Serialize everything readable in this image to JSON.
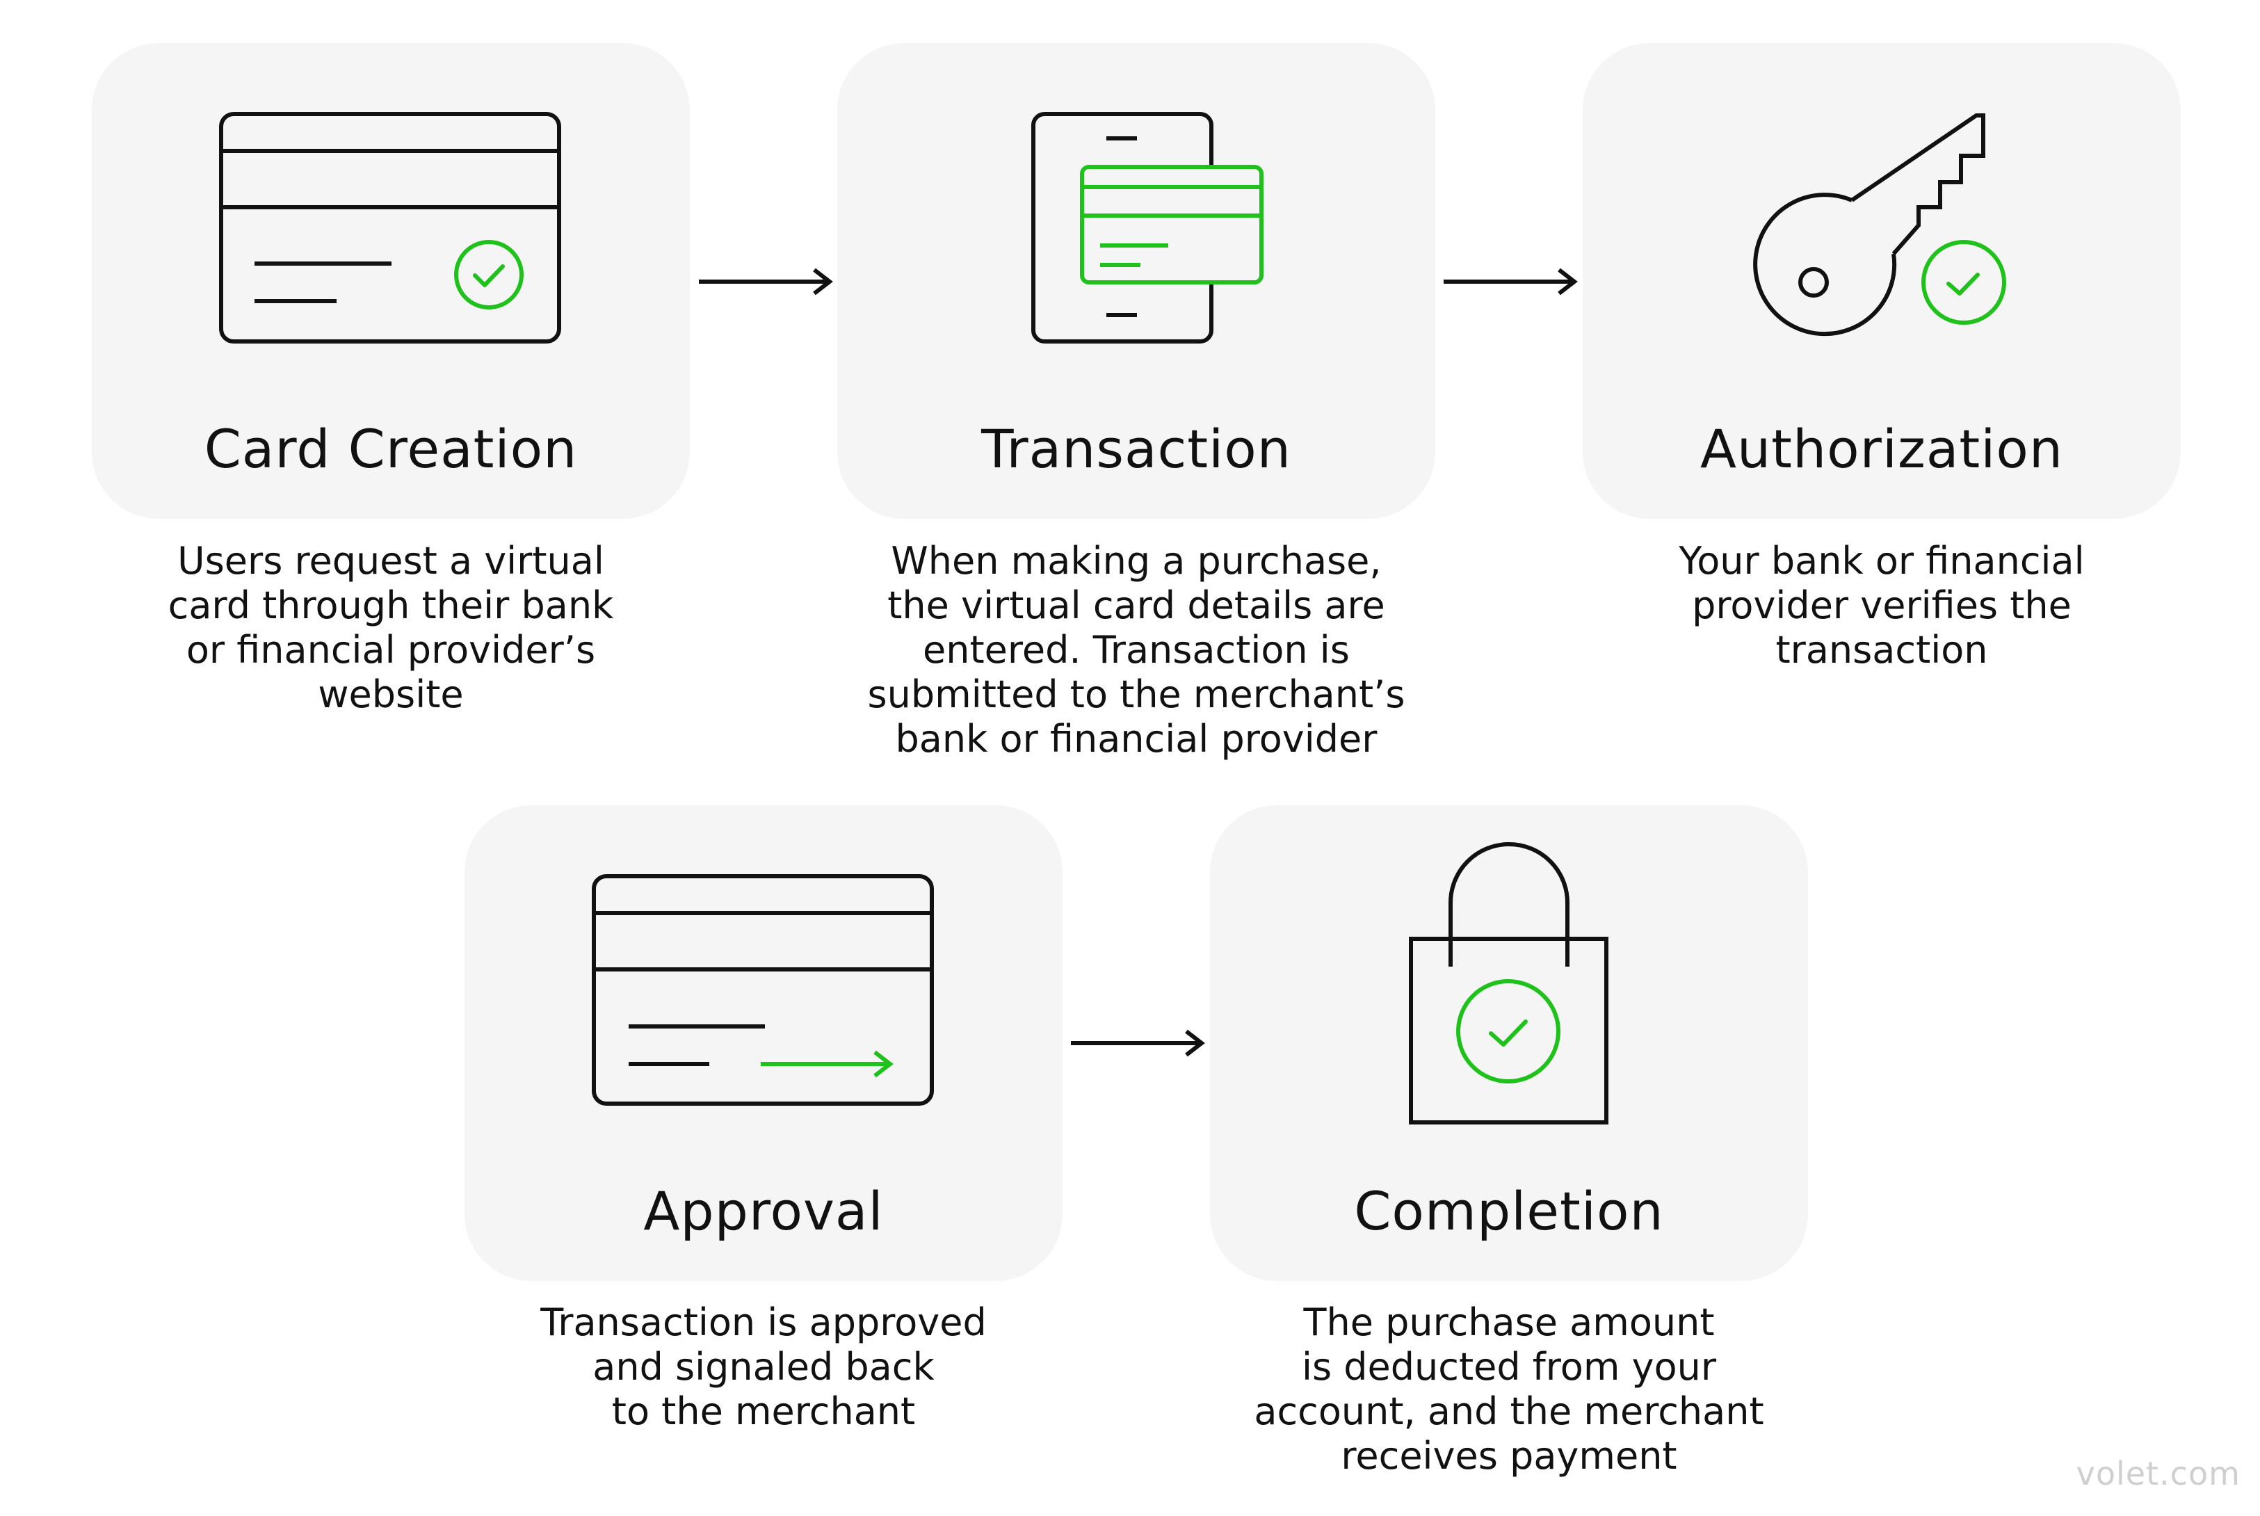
{
  "colors": {
    "accent": "#1fc21a",
    "ink": "#111111",
    "card_bg": "#f5f5f5",
    "watermark": "#cfcfcf"
  },
  "steps": [
    {
      "title": "Card Creation",
      "icon": "credit-card-check-icon",
      "lines": [
        "Users request a virtual",
        "card through their bank",
        "or financial provider’s",
        "website"
      ]
    },
    {
      "title": "Transaction",
      "icon": "phone-card-icon",
      "lines": [
        "When making a purchase,",
        "the virtual card details are",
        "entered. Transaction is",
        "submitted to the merchant’s",
        "bank or financial provider"
      ]
    },
    {
      "title": "Authorization",
      "icon": "key-check-icon",
      "lines": [
        "Your bank or financial",
        "provider verifies the",
        "transaction"
      ]
    },
    {
      "title": "Approval",
      "icon": "credit-card-arrow-icon",
      "lines": [
        "Transaction is approved",
        "and signaled back",
        "to the merchant"
      ]
    },
    {
      "title": "Completion",
      "icon": "shopping-bag-check-icon",
      "lines": [
        "The purchase amount",
        "is deducted from your",
        "account, and the merchant",
        "receives payment"
      ]
    }
  ],
  "watermark": "volet.com"
}
